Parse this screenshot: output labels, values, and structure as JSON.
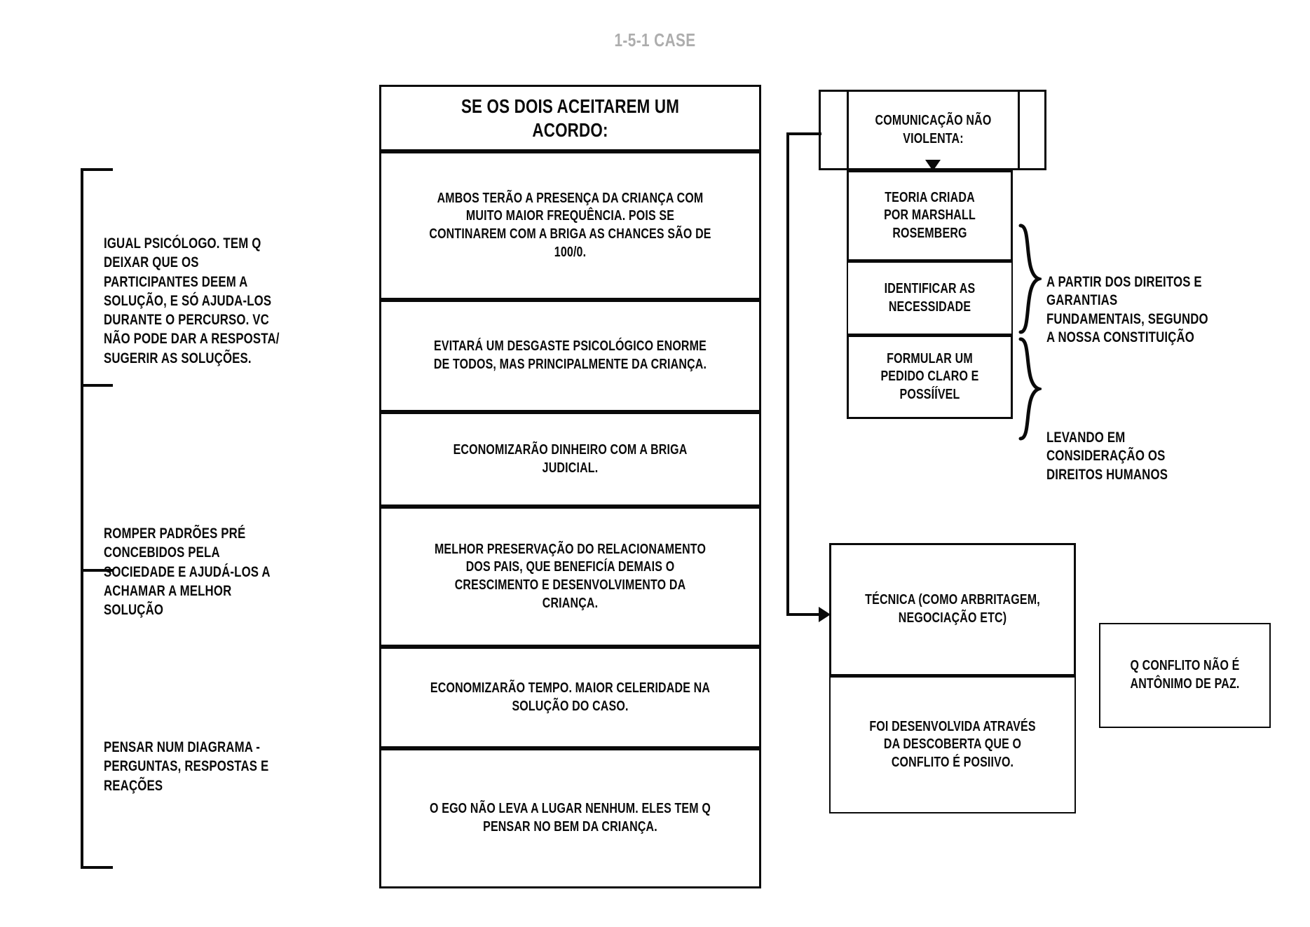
{
  "page": {
    "title": "1-5-1 CASE",
    "title_color": "#adadad",
    "ink_color": "#0a0a0a",
    "background": "#ffffff"
  },
  "left_notes": [
    {
      "id": "note-psicologo",
      "text": "IGUAL PSICÓLOGO. TEM Q DEIXAR QUE OS PARTICIPANTES DEEM A SOLUÇÃO, E SÓ AJUDA-LOS DURANTE O PERCURSO. VC NÃO PODE DAR A RESPOSTA/ SUGERIR AS SOLUÇÕES."
    },
    {
      "id": "note-romper-padroes",
      "text": "ROMPER PADRÕES PRÉ CONCEBIDOS PELA SOCIEDADE E AJUDÁ-LOS A ACHAMAR A MELHOR SOLUÇÃO"
    },
    {
      "id": "note-diagrama",
      "text": "PENSAR NUM DIAGRAMA - PERGUNTAS, RESPOSTAS E REAÇÕES"
    }
  ],
  "center": {
    "header": "SE OS DOIS ACEITAREM UM ACORDO:",
    "items": [
      "AMBOS TERÃO A PRESENÇA DA CRIANÇA COM MUITO MAIOR FREQUÊNCIA. POIS SE CONTINAREM COM A BRIGA AS CHANCES SÃO DE 100/0.",
      "EVITARÁ UM DESGASTE PSICOLÓGICO ENORME DE TODOS, MAS PRINCIPALMENTE DA CRIANÇA.",
      "ECONOMIZARÃO DINHEIRO COM A BRIGA JUDICIAL.",
      "MELHOR PRESERVAÇÃO DO RELACIONAMENTO DOS PAIS, QUE BENEFICÍA DEMAIS O CRESCIMENTO E DESENVOLVIMENTO DA CRIANÇA.",
      "ECONOMIZARÃO TEMPO. MAIOR CELERIDADE NA SOLUÇÃO DO CASO.",
      "O EGO NÃO LEVA A LUGAR NENHUM. ELES TEM Q PENSAR NO BEM DA CRIANÇA."
    ]
  },
  "right": {
    "cnv_title": "COMUNICAÇÃO NÃO VIOLENTA:",
    "cnv_steps": [
      "TEORIA CRIADA POR MARSHALL ROSEMBERG",
      "IDENTIFICAR AS NECESSIDADE",
      "FORMULAR UM PEDIDO CLARO E POSSÍÍVEL"
    ],
    "annotations": [
      "A PARTIR DOS DIREITOS E GARANTIAS FUNDAMENTAIS, SEGUNDO A NOSSA CONSTITUIÇÃO",
      "LEVANDO EM CONSIDERAÇÃO OS DIREITOS HUMANOS"
    ],
    "tecnica": "TÉCNICA (COMO ARBRITAGEM, NEGOCIAÇÃO ETC)",
    "tecnica_detail": "FOI DESENVOLVIDA ATRAVÉS DA DESCOBERTA QUE O CONFLITO É POSIIVO.",
    "conflito_note": "Q CONFLITO NÃO É ANTÔNIMO DE PAZ."
  },
  "icons": {
    "arrow_down": "triangle-down-arrow",
    "arrow_right": "triangle-right-arrow",
    "brace": "curly-brace"
  }
}
